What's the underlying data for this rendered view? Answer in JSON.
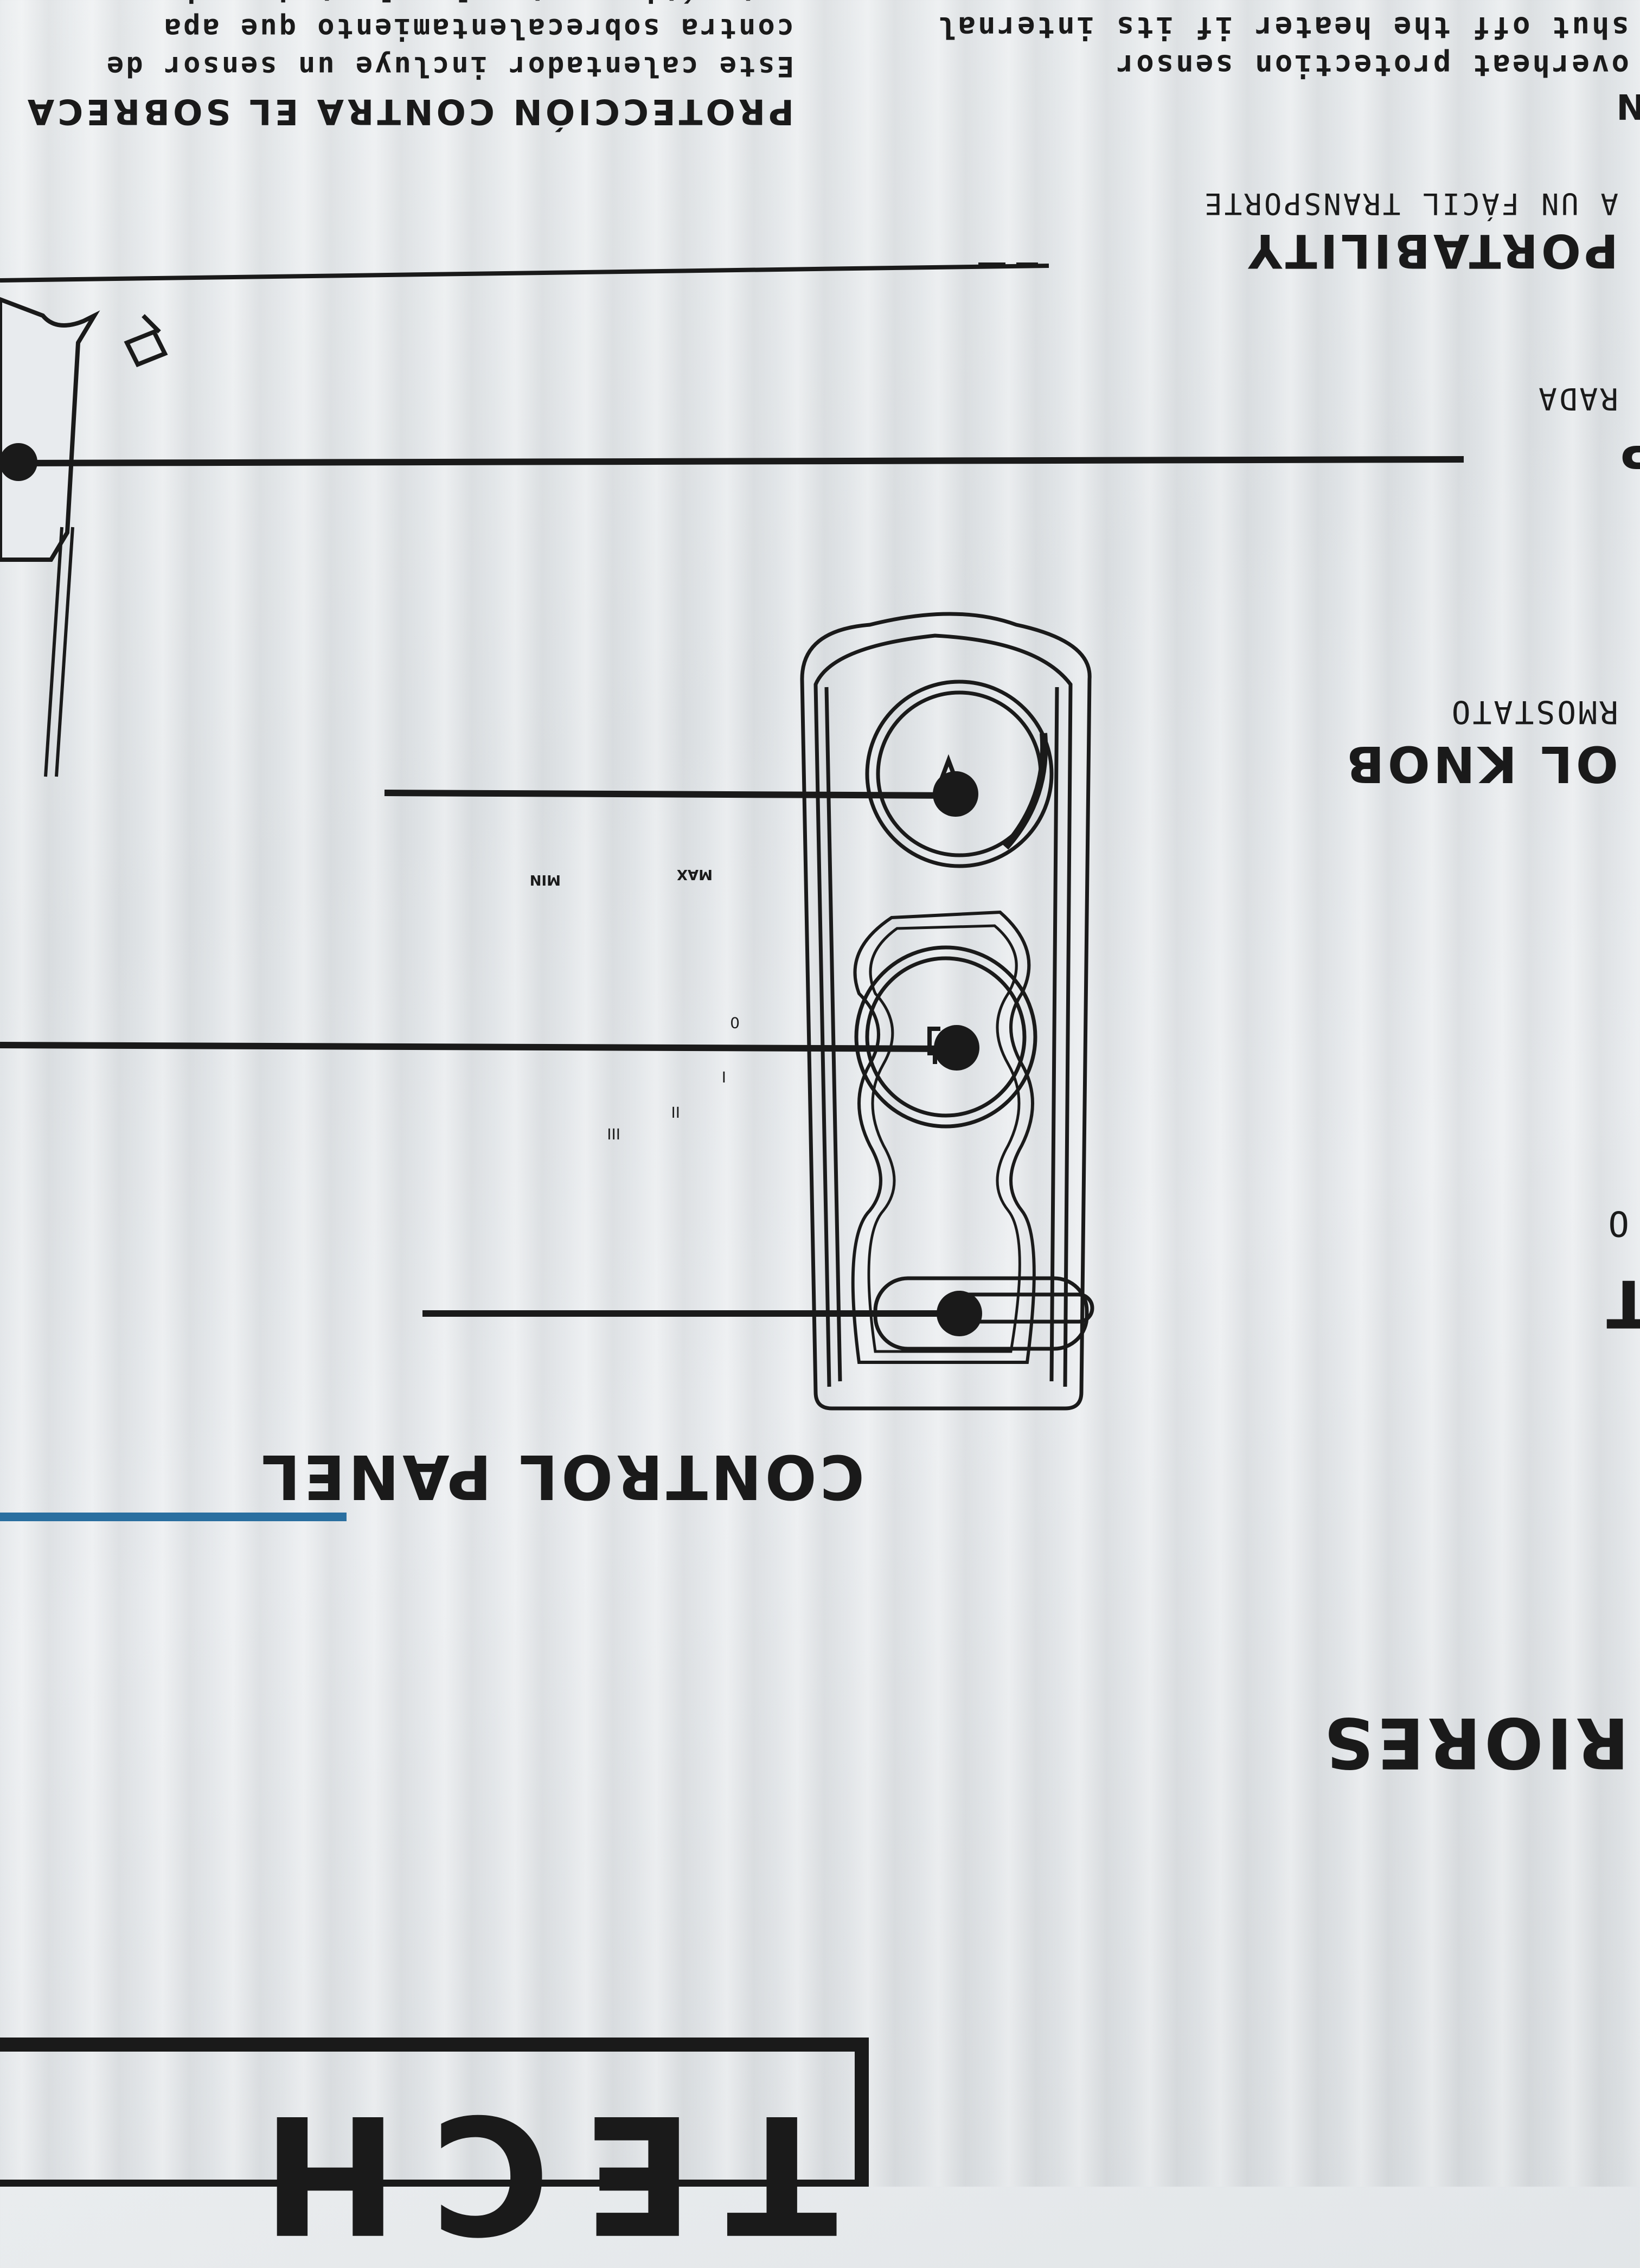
{
  "headings": {
    "protection_es": "PROTECCIÓN CONTRA EL SOBRECA",
    "heading_n": "N",
    "portability": "PORTABILITY",
    "fragment_p": "P",
    "thermostat_knob": "OL KNOB",
    "fragment_t": "T",
    "control_panel": "CONTROL PANEL",
    "riores": "RIORES"
  },
  "body": {
    "protection_en_line1": "overheat protection sensor",
    "protection_en_line2": "shut off the heater if its internal",
    "protection_es_line1": "Este calentador incluye un sensor de",
    "protection_es_line2": "contra sobrecalentamiento que apa",
    "protection_es_line3": "automáticamente el calentador si su",
    "portability_es": "A UN FÁCIL TRANSPORTE",
    "rada": "RADA",
    "termostato": "RMOSTATO",
    "fragment_o": "O"
  },
  "panel": {
    "knob_max": "MAX",
    "knob_min": "MIN",
    "switch_0": "0",
    "switch_1": "I",
    "switch_2": "II",
    "switch_3": "III"
  },
  "bottom_label": "TECH",
  "colors": {
    "box": "#e3e6e9",
    "ink": "#1a1a1a",
    "accent_line": "#2a6fa0"
  }
}
